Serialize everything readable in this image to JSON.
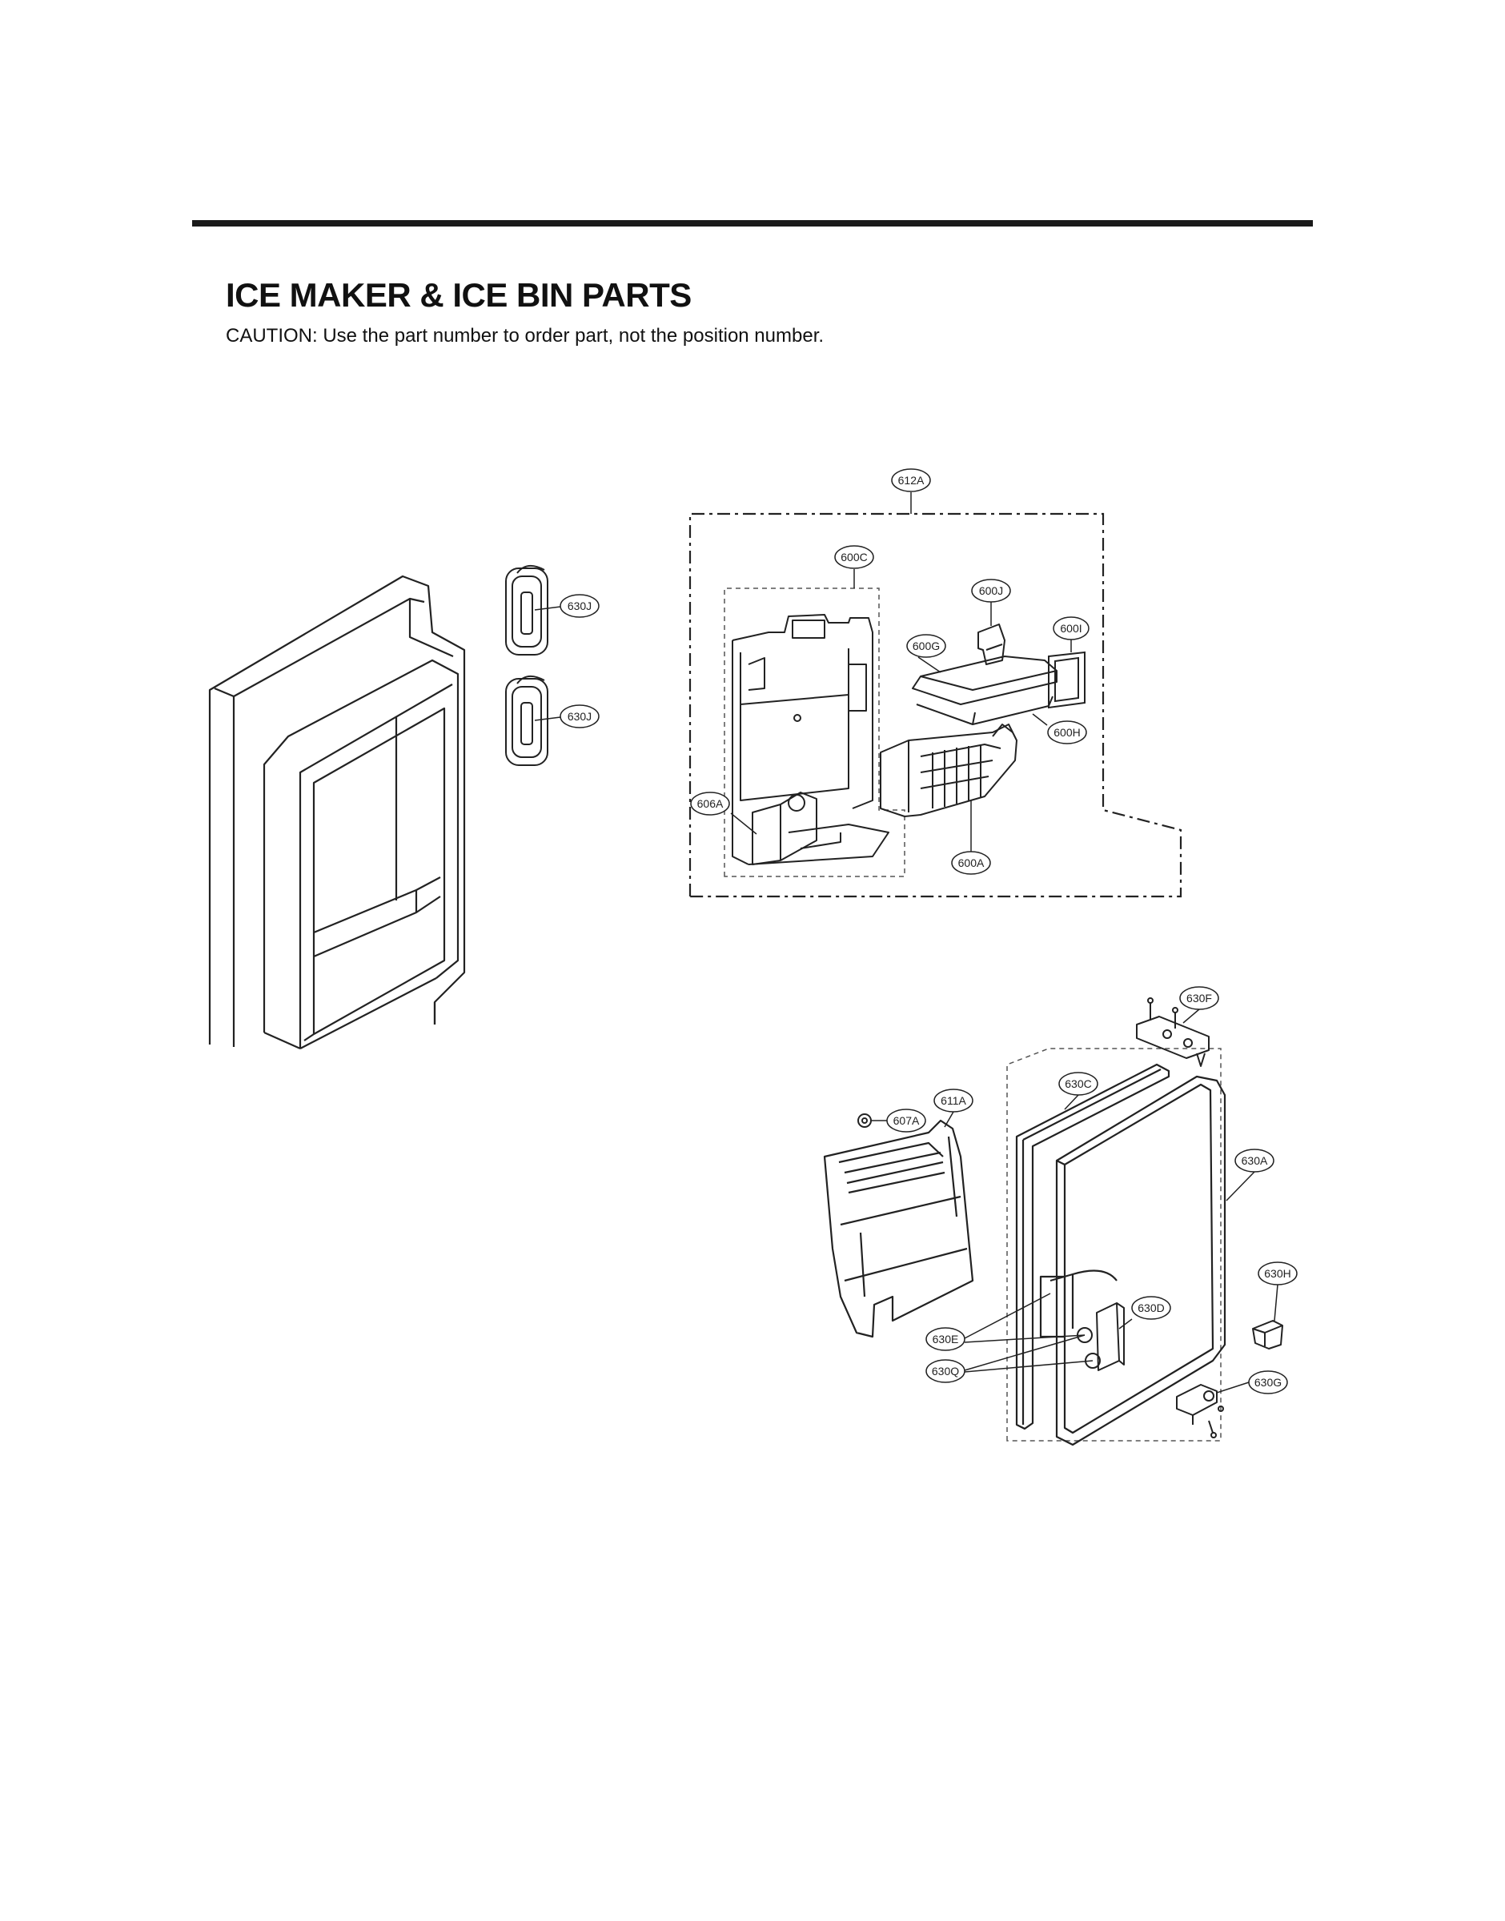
{
  "page": {
    "title": "ICE MAKER & ICE BIN PARTS",
    "caution": "CAUTION: Use the part number to order part, not the position number."
  },
  "callouts": {
    "c612A": "612A",
    "c600C": "600C",
    "c600J": "600J",
    "c600I": "600I",
    "c600G": "600G",
    "c600H": "600H",
    "c606A": "606A",
    "c600A": "600A",
    "c630J_top": "630J",
    "c630J_bottom": "630J",
    "c630F": "630F",
    "c630C": "630C",
    "c611A": "611A",
    "c607A": "607A",
    "c630A": "630A",
    "c630H": "630H",
    "c630D": "630D",
    "c630E": "630E",
    "c630Q": "630Q",
    "c630G": "630G"
  }
}
